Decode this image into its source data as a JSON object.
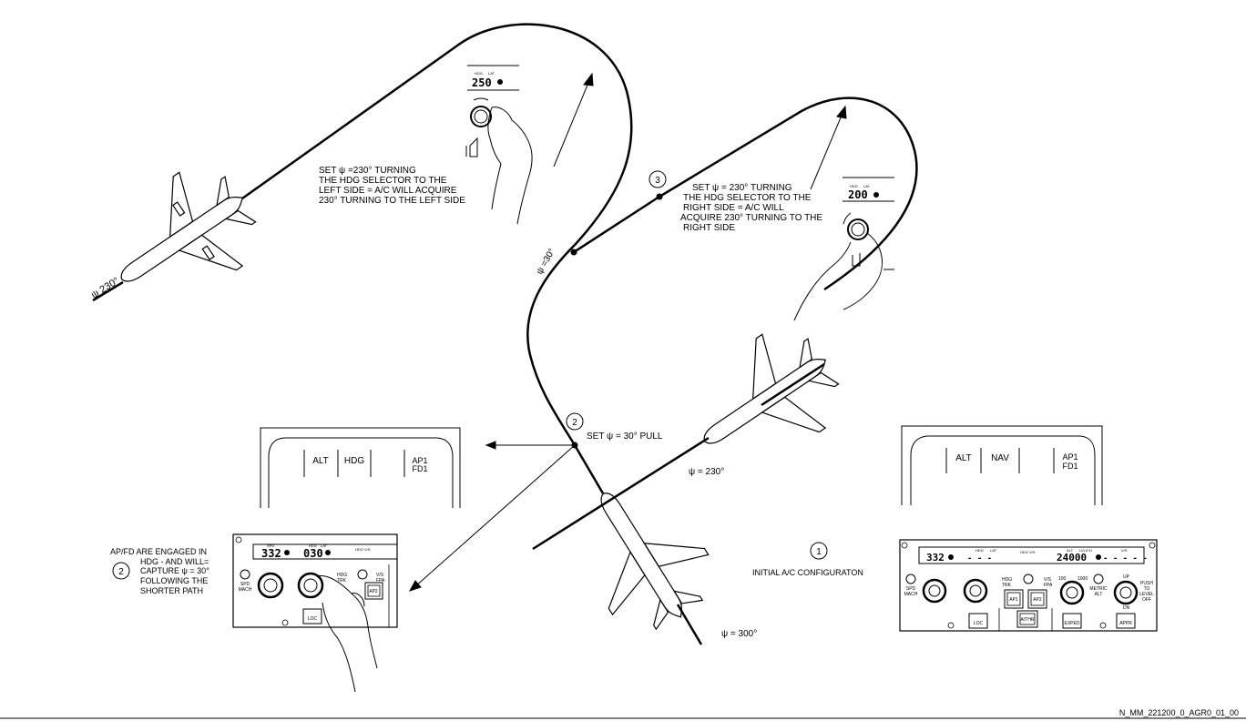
{
  "title": "",
  "labels": {
    "heading_230_left": "ψ 230°",
    "heading_30_path": "ψ =30°",
    "heading_230_right": "ψ = 230°",
    "heading_300": "ψ = 300°",
    "step1_circle": "1",
    "step2_circle_path": "2",
    "step2_circle_note": "2",
    "step3_circle": "3",
    "step2_pull": "SET ψ = 30° PULL",
    "initial_config": "INITIAL A/C CONFIGURATON",
    "doc_ref": "N_MM_221200_0_AGR0_01_00"
  },
  "notes": {
    "left_turn": [
      "SET ψ =230° TURNING",
      "THE HDG SELECTOR TO THE",
      "LEFT SIDE = A/C WILL ACQUIRE",
      "230° TURNING TO THE LEFT SIDE"
    ],
    "right_turn": [
      "SET ψ = 230° TURNING",
      "THE HDG SELECTOR TO THE",
      "RIGHT SIDE = A/C WILL",
      "ACQUIRE 230° TURNING TO THE",
      "RIGHT SIDE"
    ],
    "engaged": [
      "AP/FD ARE ENGAGED IN",
      "HDG - AND WILL=",
      "CAPTURE ψ = 30°",
      "FOLLOWING THE",
      "SHORTER PATH"
    ]
  },
  "fma_left": {
    "col1": "ALT",
    "col2": "HDG",
    "col3": "AP1",
    "col4": "FD1"
  },
  "fma_right": {
    "col1": "ALT",
    "col2": "NAV",
    "col3": "AP1",
    "col4": "FD1"
  },
  "fcu_small_top": {
    "label1": "HDG",
    "label2": "LAT",
    "value": "250"
  },
  "fcu_small_mid": {
    "label1": "HDG",
    "label2": "LAT",
    "value": "200"
  },
  "fcu_left": {
    "spd_label": "SPD",
    "spd": "332",
    "hdg_label": "HDG",
    "lat_label": "LAT",
    "hdg": "030",
    "hdg_vs_label": "HDG V/S",
    "spd_mach": [
      "SPD",
      "MACH"
    ],
    "hdg_trk": [
      "HDG",
      "TRK"
    ],
    "vs_fpa": [
      "V/S",
      "FPA"
    ],
    "ap2": "AP2",
    "loc": "LOC"
  },
  "fcu_right": {
    "spd": "332",
    "hdg_label": "HDG",
    "lat_label": "LAT",
    "hdg": "- - -",
    "hdg_vs_label": "HDG V/S",
    "alt_label": "ALT",
    "lvl_label": "LVL/CH",
    "vs_label": "V/S",
    "alt": "24000",
    "vs": "- - - - -",
    "spd_mach": [
      "SPD",
      "MACH"
    ],
    "hdg_trk": [
      "HDG",
      "TRK"
    ],
    "vs_fpa": [
      "V/S",
      "FPA"
    ],
    "ap1": "AP1",
    "ap2": "AP2",
    "athr": "A/THR",
    "alt_100": "100",
    "alt_1000": "1000",
    "metric": [
      "METRIC",
      "ALT"
    ],
    "up": "UP",
    "dn": "DN",
    "push": [
      "PUSH",
      "TO",
      "LEVEL",
      "OFF"
    ],
    "loc": "LOC",
    "exped": "EXPED",
    "appr": "APPR"
  }
}
